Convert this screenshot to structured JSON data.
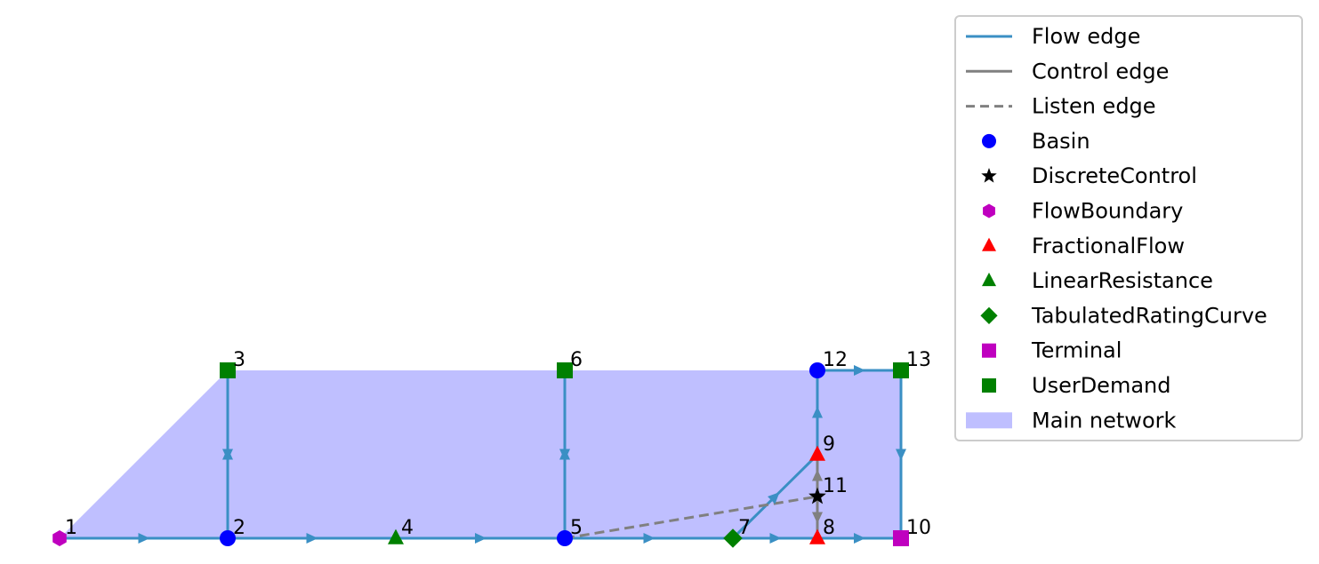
{
  "colors": {
    "flow_edge": "#3a8fc4",
    "control_edge": "#808080",
    "listen_edge": "#808080",
    "main_network": "#bfbfff",
    "basin": "#0000ff",
    "discrete_control": "#000000",
    "flow_boundary": "#bf00bf",
    "fractional_flow": "#ff0000",
    "linear_resistance": "#008000",
    "tabulated_rating_curve": "#008000",
    "terminal": "#bf00bf",
    "user_demand": "#008000",
    "legend_border": "#cccccc"
  },
  "nodes": [
    {
      "id": "1",
      "type": "FlowBoundary"
    },
    {
      "id": "2",
      "type": "Basin"
    },
    {
      "id": "3",
      "type": "UserDemand"
    },
    {
      "id": "4",
      "type": "LinearResistance"
    },
    {
      "id": "5",
      "type": "Basin"
    },
    {
      "id": "6",
      "type": "UserDemand"
    },
    {
      "id": "7",
      "type": "TabulatedRatingCurve"
    },
    {
      "id": "8",
      "type": "FractionalFlow"
    },
    {
      "id": "9",
      "type": "FractionalFlow"
    },
    {
      "id": "10",
      "type": "Terminal"
    },
    {
      "id": "11",
      "type": "DiscreteControl"
    },
    {
      "id": "12",
      "type": "Basin"
    },
    {
      "id": "13",
      "type": "UserDemand"
    }
  ],
  "edges": [
    {
      "from": "1",
      "to": "2",
      "kind": "flow"
    },
    {
      "from": "2",
      "to": "4",
      "kind": "flow"
    },
    {
      "from": "4",
      "to": "5",
      "kind": "flow"
    },
    {
      "from": "2",
      "to": "3",
      "kind": "flow"
    },
    {
      "from": "3",
      "to": "2",
      "kind": "flow"
    },
    {
      "from": "5",
      "to": "6",
      "kind": "flow"
    },
    {
      "from": "6",
      "to": "5",
      "kind": "flow"
    },
    {
      "from": "5",
      "to": "7",
      "kind": "flow"
    },
    {
      "from": "7",
      "to": "8",
      "kind": "flow"
    },
    {
      "from": "8",
      "to": "10",
      "kind": "flow"
    },
    {
      "from": "7",
      "to": "9",
      "kind": "flow"
    },
    {
      "from": "9",
      "to": "12",
      "kind": "flow"
    },
    {
      "from": "12",
      "to": "13",
      "kind": "flow"
    },
    {
      "from": "13",
      "to": "10",
      "kind": "flow"
    },
    {
      "from": "11",
      "to": "8",
      "kind": "control"
    },
    {
      "from": "11",
      "to": "9",
      "kind": "control"
    },
    {
      "from": "5",
      "to": "11",
      "kind": "listen"
    }
  ],
  "legend": {
    "entries": [
      {
        "key": "flow_edge",
        "label": "Flow edge",
        "symbol": "line"
      },
      {
        "key": "control_edge",
        "label": "Control edge",
        "symbol": "line"
      },
      {
        "key": "listen_edge",
        "label": "Listen edge",
        "symbol": "dashed"
      },
      {
        "key": "basin",
        "label": "Basin",
        "symbol": "circle"
      },
      {
        "key": "discrete_control",
        "label": "DiscreteControl",
        "symbol": "star"
      },
      {
        "key": "flow_boundary",
        "label": "FlowBoundary",
        "symbol": "hexagon"
      },
      {
        "key": "fractional_flow",
        "label": "FractionalFlow",
        "symbol": "triangle"
      },
      {
        "key": "linear_resistance",
        "label": "LinearResistance",
        "symbol": "triangle"
      },
      {
        "key": "tabulated_rating_curve",
        "label": "TabulatedRatingCurve",
        "symbol": "diamond"
      },
      {
        "key": "terminal",
        "label": "Terminal",
        "symbol": "square"
      },
      {
        "key": "user_demand",
        "label": "UserDemand",
        "symbol": "square"
      },
      {
        "key": "main_network",
        "label": "Main network",
        "symbol": "patch"
      }
    ]
  }
}
